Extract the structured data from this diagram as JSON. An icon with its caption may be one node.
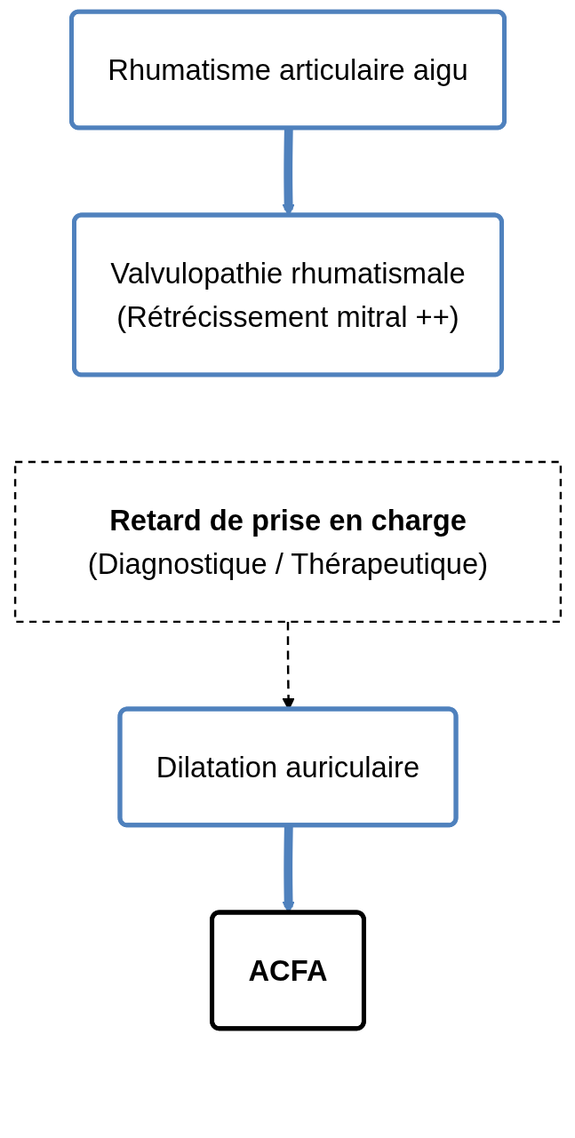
{
  "diagram": {
    "nodes": [
      {
        "text": [
          "Rhumatisme articulaire aigu"
        ]
      },
      {
        "text": [
          "Valvulopathie rhumatismale",
          "(Rétrécissement mitral ++)"
        ]
      },
      {
        "text": [
          "Retard de prise en charge",
          "(Diagnostique / Thérapeutique)"
        ]
      },
      {
        "text": [
          "Dilatation auriculaire"
        ]
      },
      {
        "text": [
          "ACFA"
        ]
      }
    ],
    "edges": [
      {
        "from": 0,
        "to": 1,
        "arrow": "to"
      },
      {
        "from": 2,
        "to": 3,
        "arrow": "to",
        "style": "dashed",
        "color": "#000000"
      },
      {
        "from": 3,
        "to": 4,
        "arrow": "to"
      }
    ]
  }
}
